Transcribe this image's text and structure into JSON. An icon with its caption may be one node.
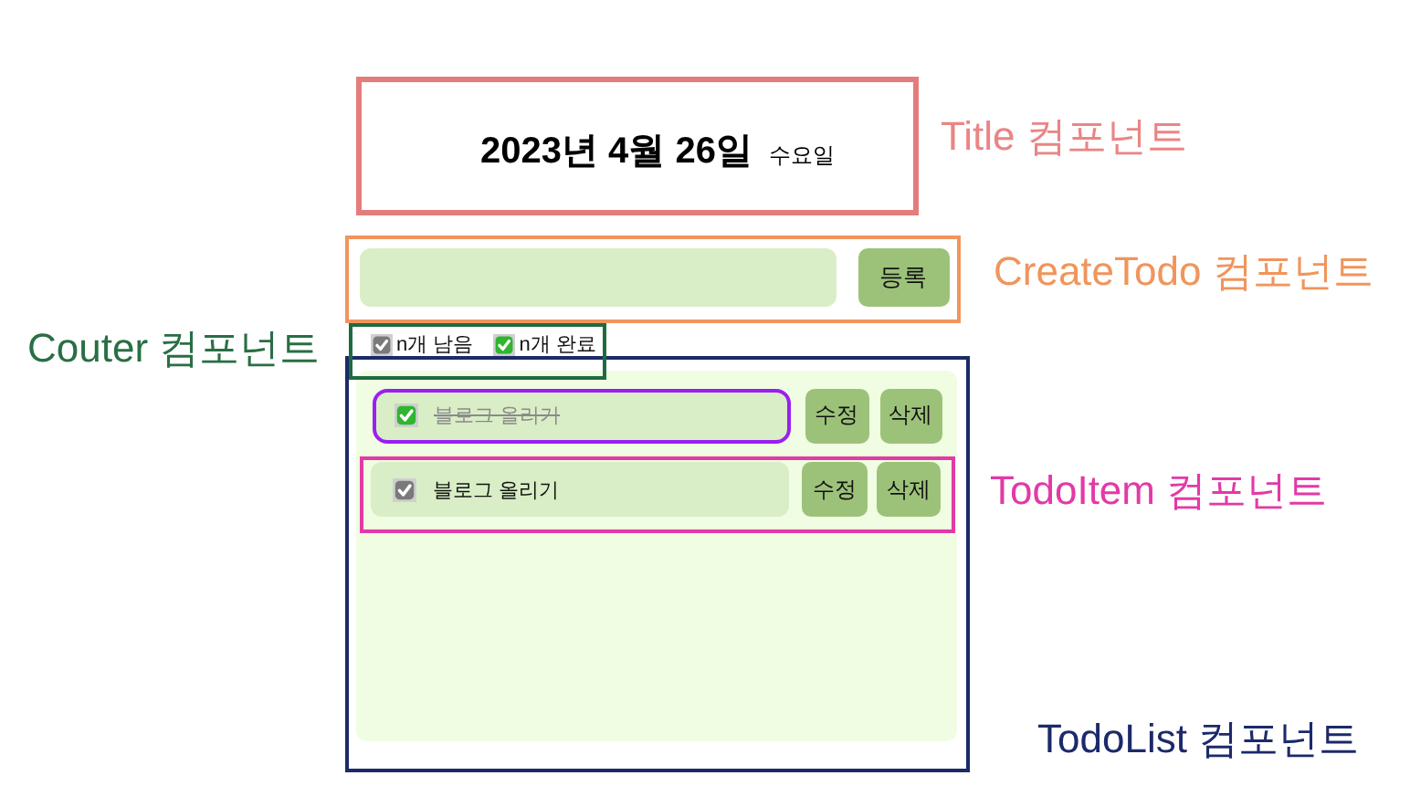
{
  "diagram": {
    "nodes": [
      {
        "text": [
          "2023년 4월 26일",
          "수요일"
        ],
        "beside": [
          "Title 컴포넌트"
        ]
      },
      {
        "text": [],
        "shape": "box",
        "beside": [
          "CreateTodo 컴포넌트"
        ]
      },
      {
        "text": [],
        "shape": "box",
        "in": 1
      },
      {
        "text": [
          "등록"
        ],
        "in": 1
      },
      {
        "text": [
          "n개 남음",
          "n개 완료"
        ],
        "beside": [
          "Couter 컴포넌트"
        ]
      },
      {
        "text": [],
        "shape": "box",
        "beside": [
          "TodoList 컴포넌트"
        ]
      },
      {
        "text": [
          "블로그 올리기"
        ],
        "in": 5
      },
      {
        "text": [
          "수정"
        ],
        "in": 5
      },
      {
        "text": [
          "삭제"
        ],
        "in": 5
      },
      {
        "text": [],
        "shape": "box",
        "beside": [
          "TodoItem 컴포넌트"
        ],
        "in": 5
      },
      {
        "text": [
          "블로그 올리기"
        ],
        "in": 9
      },
      {
        "text": [
          "수정"
        ],
        "in": 9
      },
      {
        "text": [
          "삭제"
        ],
        "in": 9
      }
    ]
  }
}
